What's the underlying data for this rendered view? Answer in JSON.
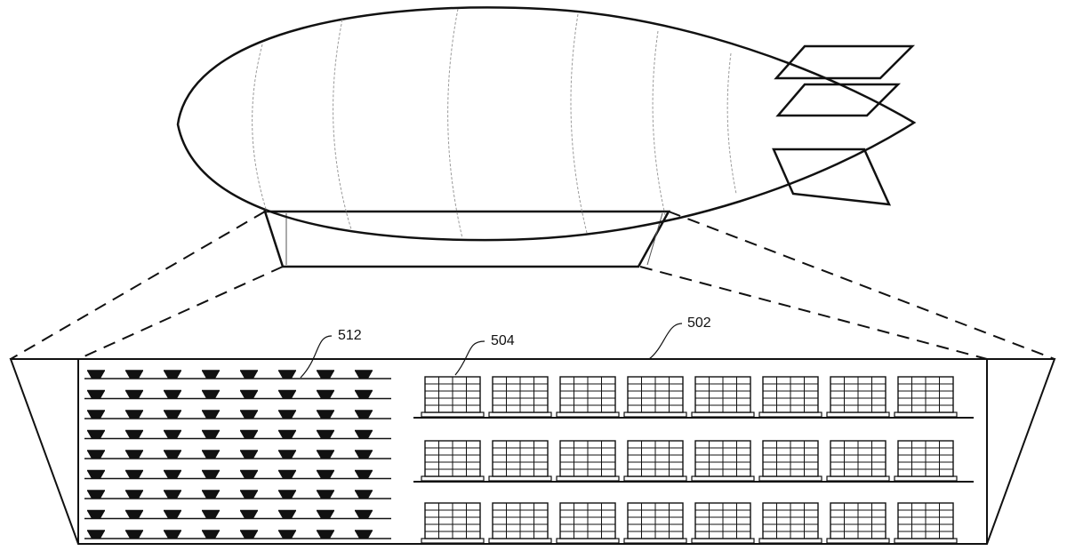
{
  "labels": {
    "shelves": "512",
    "inventory": "504",
    "warehouse": "502"
  },
  "grid": {
    "shelf_columns": 8,
    "shelf_rows": 9,
    "inventory_columns": 8,
    "inventory_rows": 3
  },
  "colors": {
    "ink": "#111111",
    "background": "#ffffff"
  }
}
